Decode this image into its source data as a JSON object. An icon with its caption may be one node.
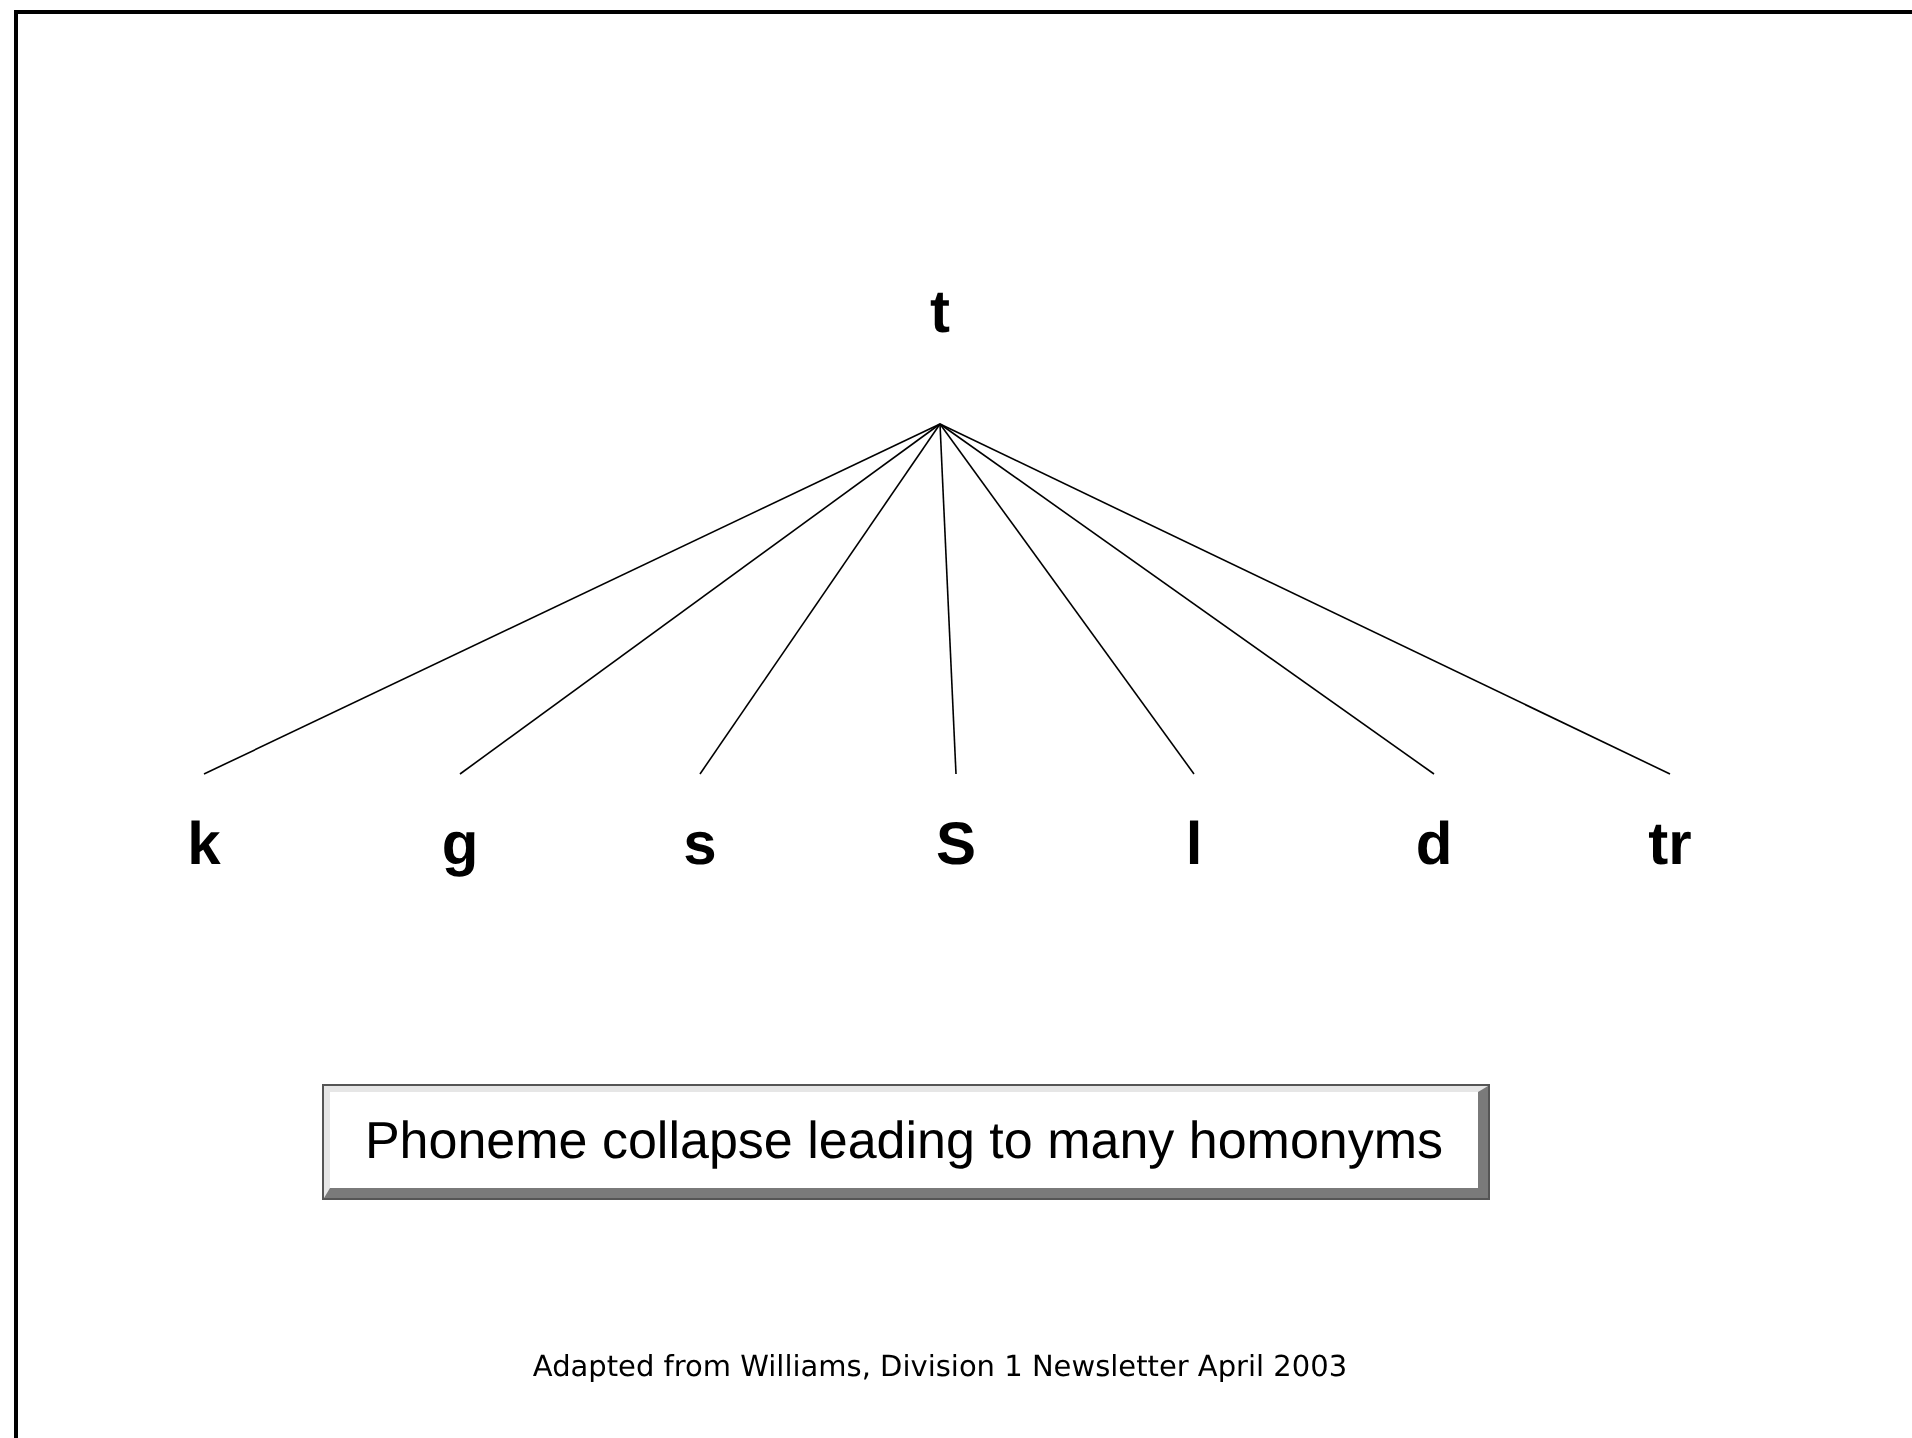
{
  "diagram": {
    "caption": "Adapted from Williams, Division 1 Newsletter April 2003",
    "nodes": [
      {
        "text": [
          "t"
        ]
      },
      {
        "text": [
          "k"
        ]
      },
      {
        "text": [
          "g"
        ]
      },
      {
        "text": [
          "s"
        ]
      },
      {
        "text": [
          "S"
        ]
      },
      {
        "text": [
          "l"
        ]
      },
      {
        "text": [
          "d"
        ]
      },
      {
        "text": [
          "tr"
        ]
      },
      {
        "text": [
          "Phoneme collapse leading to many homonyms"
        ]
      }
    ],
    "edges": [
      {
        "from": 0,
        "to": 1,
        "arrow": "none"
      },
      {
        "from": 0,
        "to": 2,
        "arrow": "none"
      },
      {
        "from": 0,
        "to": 3,
        "arrow": "none"
      },
      {
        "from": 0,
        "to": 4,
        "arrow": "none"
      },
      {
        "from": 0,
        "to": 5,
        "arrow": "none"
      },
      {
        "from": 0,
        "to": 6,
        "arrow": "none"
      },
      {
        "from": 0,
        "to": 7,
        "arrow": "none"
      }
    ]
  }
}
